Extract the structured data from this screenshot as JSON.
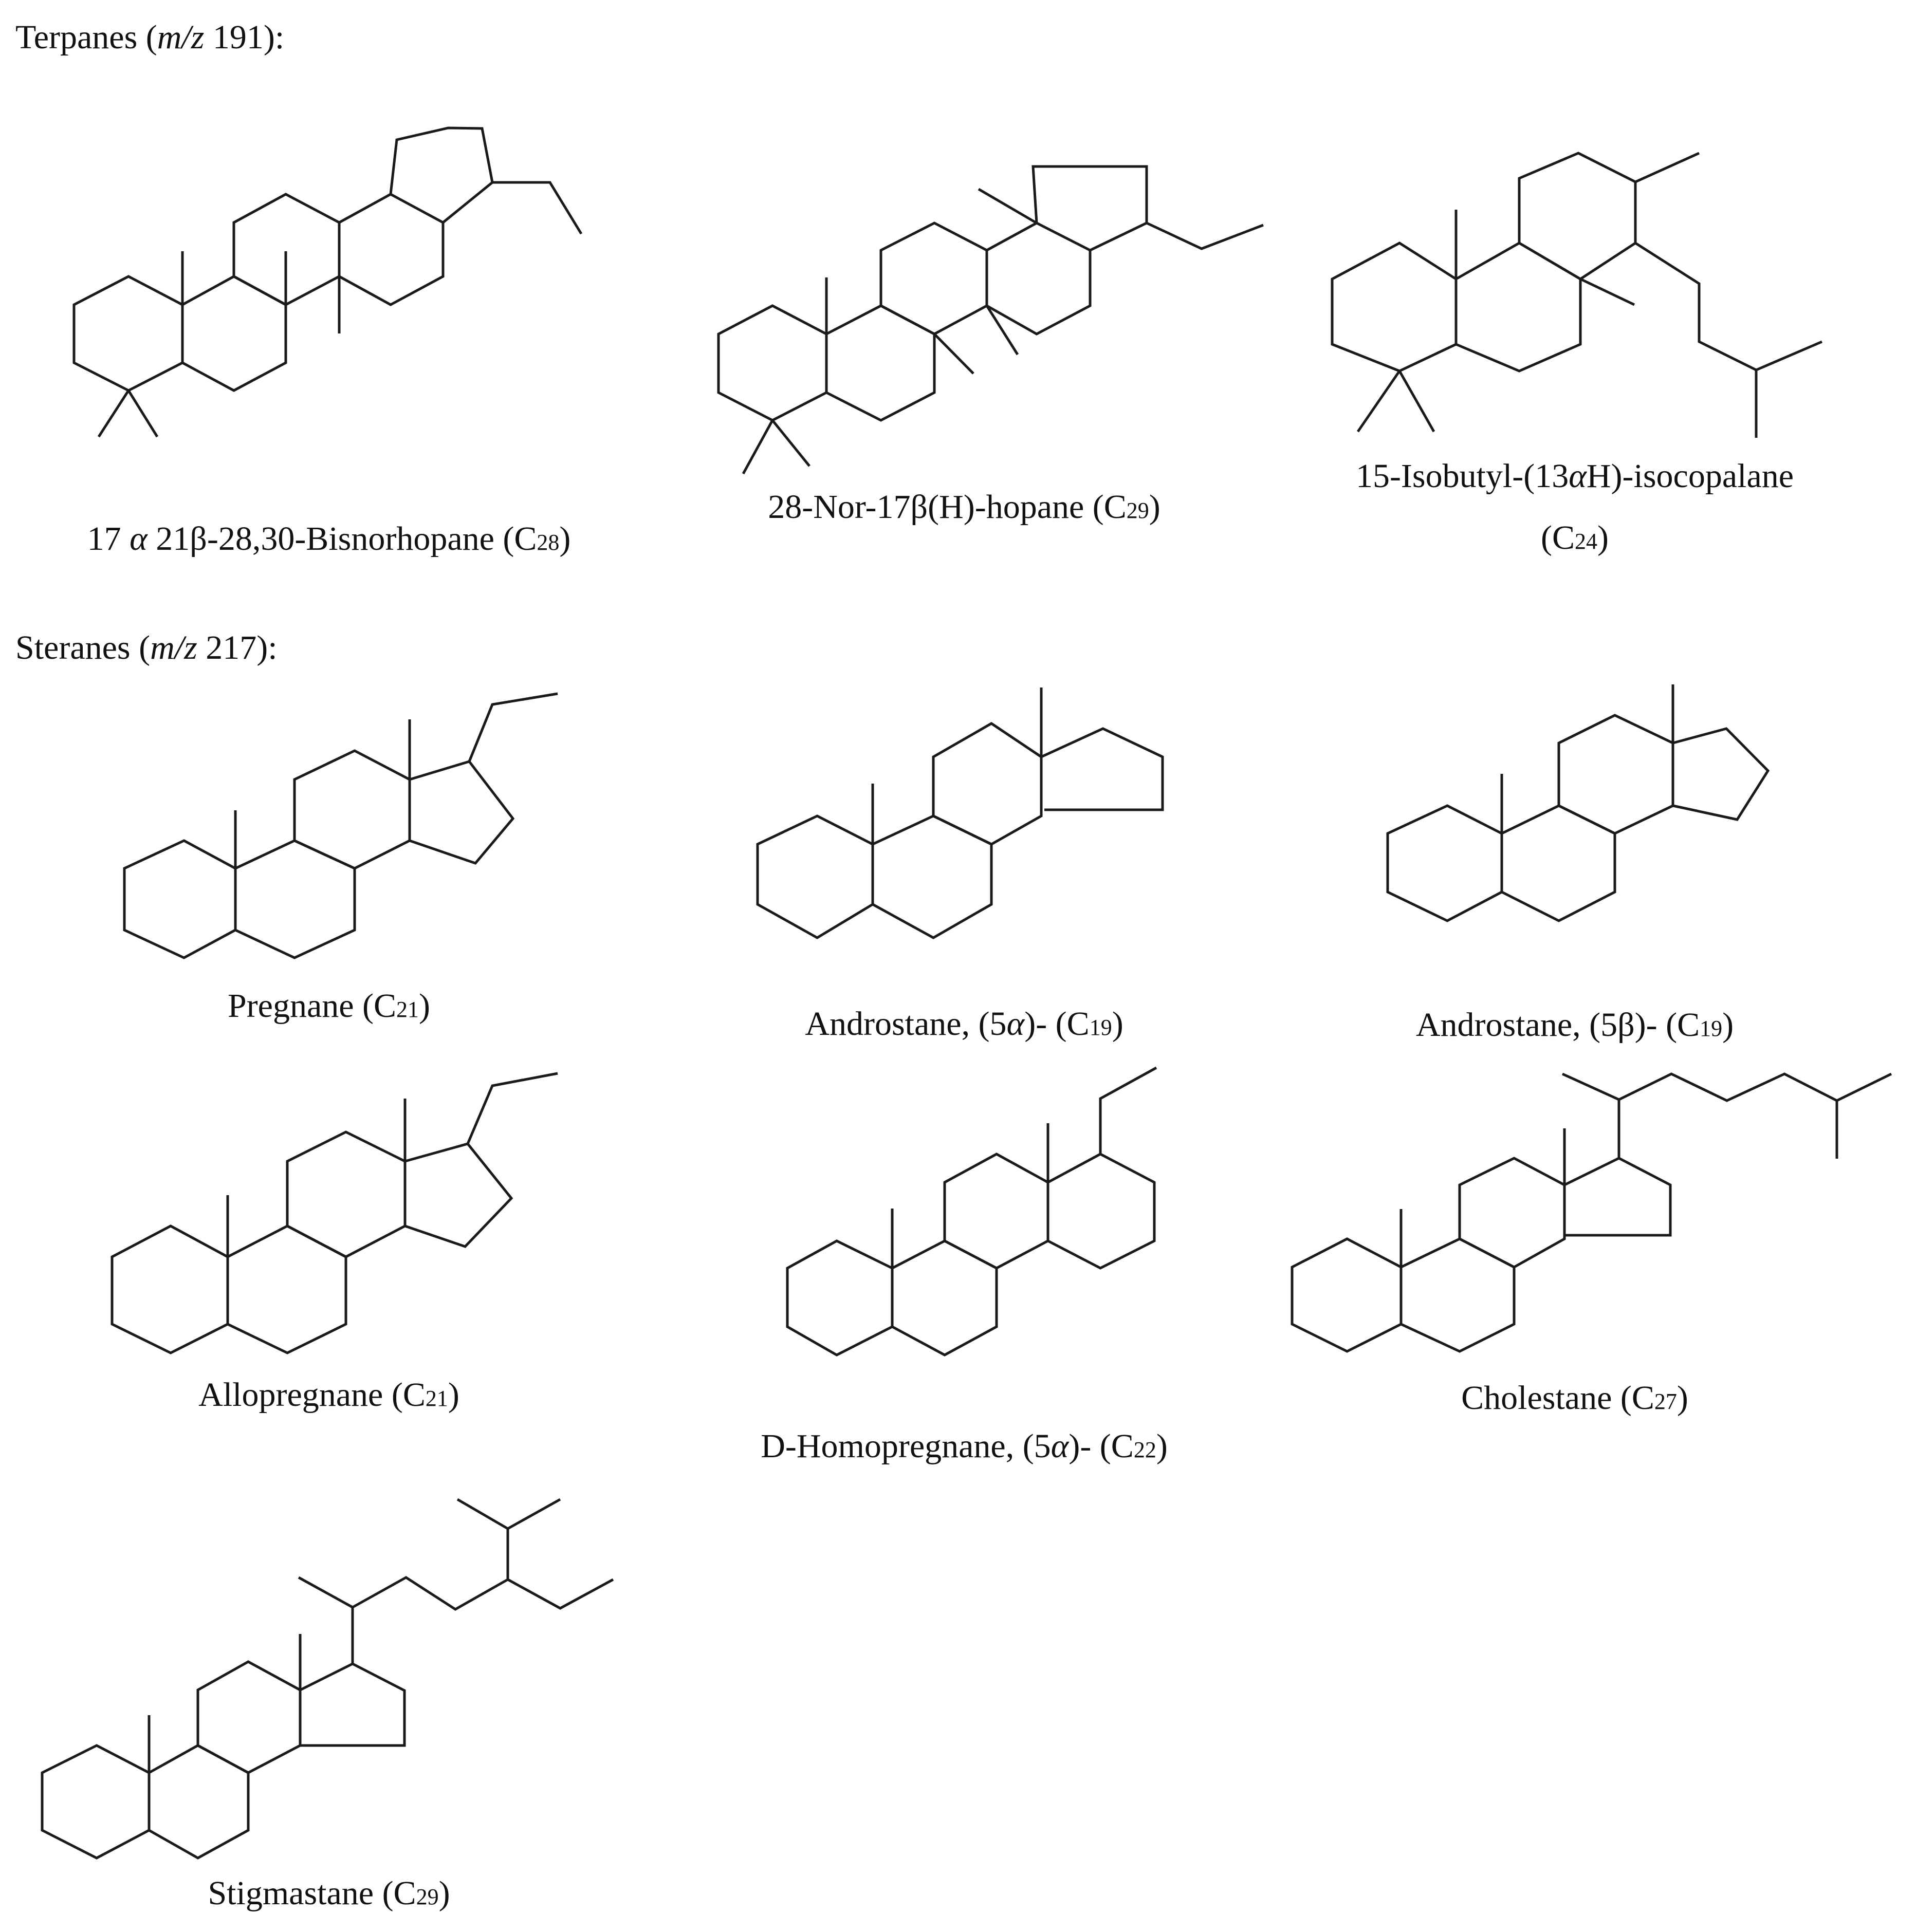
{
  "sections": {
    "terpanes": {
      "name": "Terpanes (",
      "mz_italic": "m/z",
      "mz_value": " 191):"
    },
    "steranes": {
      "name": "Steranes (",
      "mz_italic": "m/z",
      "mz_value": " 217):"
    }
  },
  "terpanes": [
    {
      "id": "bisnorhopane",
      "pre": "17 ",
      "greek": "α",
      "post": " 21β-28,30-Bisnorhopane (C",
      "sub": "28",
      "close": ")"
    },
    {
      "id": "norhopane",
      "pre": "28-Nor-17β(H)-hopane (C",
      "sub": "29",
      "close": ")"
    },
    {
      "id": "isocopalane",
      "line1_pre": "15-Isobutyl-(13",
      "line1_greek": "α",
      "line1_post": "H)-isocopalane",
      "line2_pre": "(C",
      "sub": "24",
      "close": ")"
    }
  ],
  "steranes": [
    {
      "id": "pregnane",
      "pre": "Pregnane (C",
      "sub": "21",
      "close": ")"
    },
    {
      "id": "androstane-5a",
      "pre": "Androstane, (5",
      "greek": "α",
      "post": ")- (C",
      "sub": "19",
      "close": ")"
    },
    {
      "id": "androstane-5b",
      "pre": "Androstane, (5β)- (C",
      "sub": "19",
      "close": ")"
    },
    {
      "id": "allopregnane",
      "pre": "Allopregnane (C",
      "sub": "21",
      "close": ")"
    },
    {
      "id": "d-homopregnane",
      "pre": "D-Homopregnane, (5",
      "greek": "α",
      "post": ")- (C",
      "sub": "22",
      "close": ")"
    },
    {
      "id": "cholestane",
      "pre": "Cholestane (C",
      "sub": "27",
      "close": ")"
    },
    {
      "id": "stigmastane",
      "pre": "Stigmastane (C",
      "sub": "29",
      "close": ")"
    }
  ]
}
